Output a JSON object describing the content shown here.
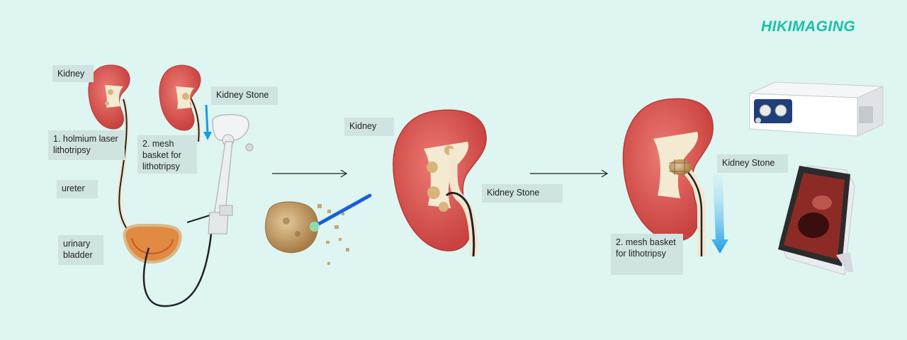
{
  "brand": {
    "name": "HIKIMAGING",
    "color": "#18c1a4"
  },
  "labels": {
    "kidney_top": "Kidney",
    "kidney_stone_top": "Kidney Stone",
    "holmium": "1. holmium laser lithotripsy",
    "mesh_top": "2. mesh basket for lithotripsy",
    "ureter": "ureter",
    "urinary_bladder": "urinary bladder",
    "kidney_mid": "Kidney",
    "kidney_stone_mid": "Kidney Stone",
    "kidney_stone_right": "Kidney Stone",
    "mesh_right": "2. mesh basket for lithotripsy"
  },
  "colors": {
    "background": "#def5f2",
    "label_bg": "#cfe3e0",
    "kidney": "#d9534f",
    "arrow_blue": "#1a9be6"
  }
}
